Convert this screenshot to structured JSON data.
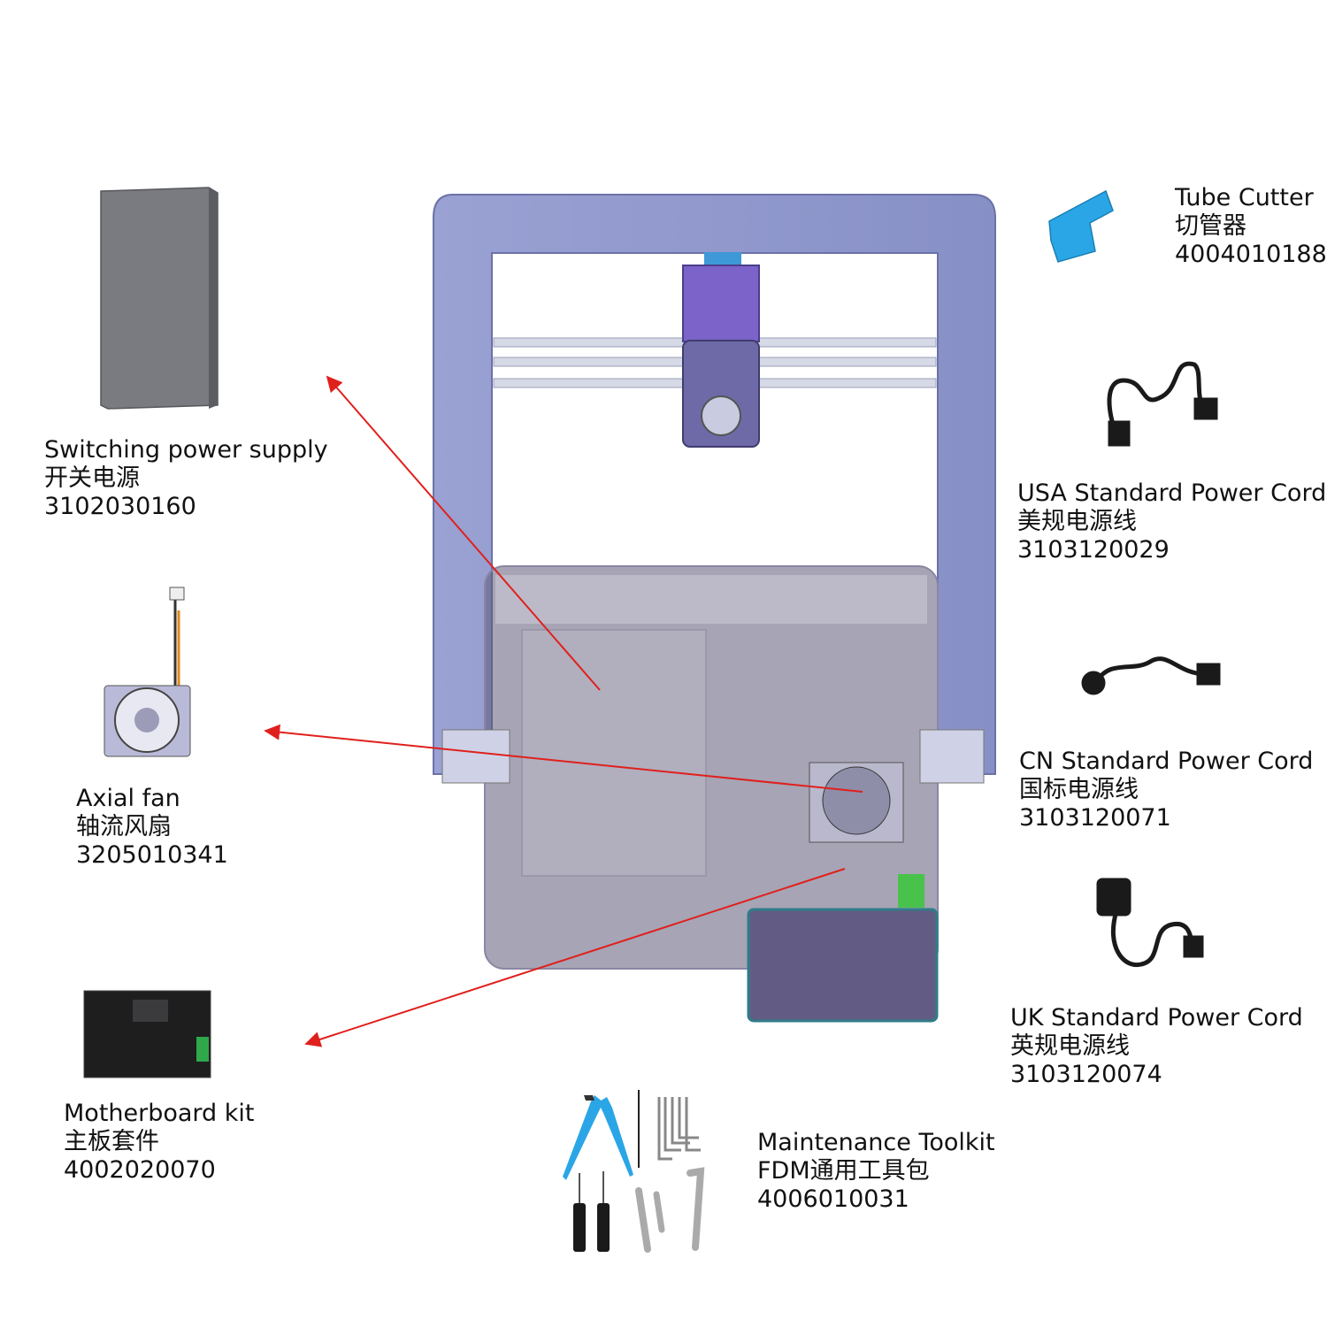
{
  "parts": [
    {
      "id": "psu",
      "name_en": "Switching power supply",
      "name_cn": "开关电源",
      "code": "3102030160"
    },
    {
      "id": "fan",
      "name_en": "Axial fan",
      "name_cn": "轴流风扇",
      "code": "3205010341"
    },
    {
      "id": "mb",
      "name_en": "Motherboard kit",
      "name_cn": "主板套件",
      "code": "4002020070"
    },
    {
      "id": "tools",
      "name_en": "Maintenance Toolkit",
      "name_cn": "FDM通用工具包",
      "code": "4006010031"
    },
    {
      "id": "cutter",
      "name_en": "Tube Cutter",
      "name_cn": "切管器",
      "code": "4004010188"
    },
    {
      "id": "us",
      "name_en": "USA Standard Power Cord",
      "name_cn": "美规电源线",
      "code": "3103120029"
    },
    {
      "id": "cn",
      "name_en": "CN Standard Power Cord",
      "name_cn": "国标电源线",
      "code": "3103120071"
    },
    {
      "id": "uk",
      "name_en": "UK Standard Power Cord",
      "name_cn": "英规电源线",
      "code": "3103120074"
    }
  ],
  "colors": {
    "frame": "#8f97cc",
    "base": "#5f5a78",
    "arrow": "#e0201c",
    "psu": "#7a7b80",
    "cutter": "#2aa6e6"
  }
}
